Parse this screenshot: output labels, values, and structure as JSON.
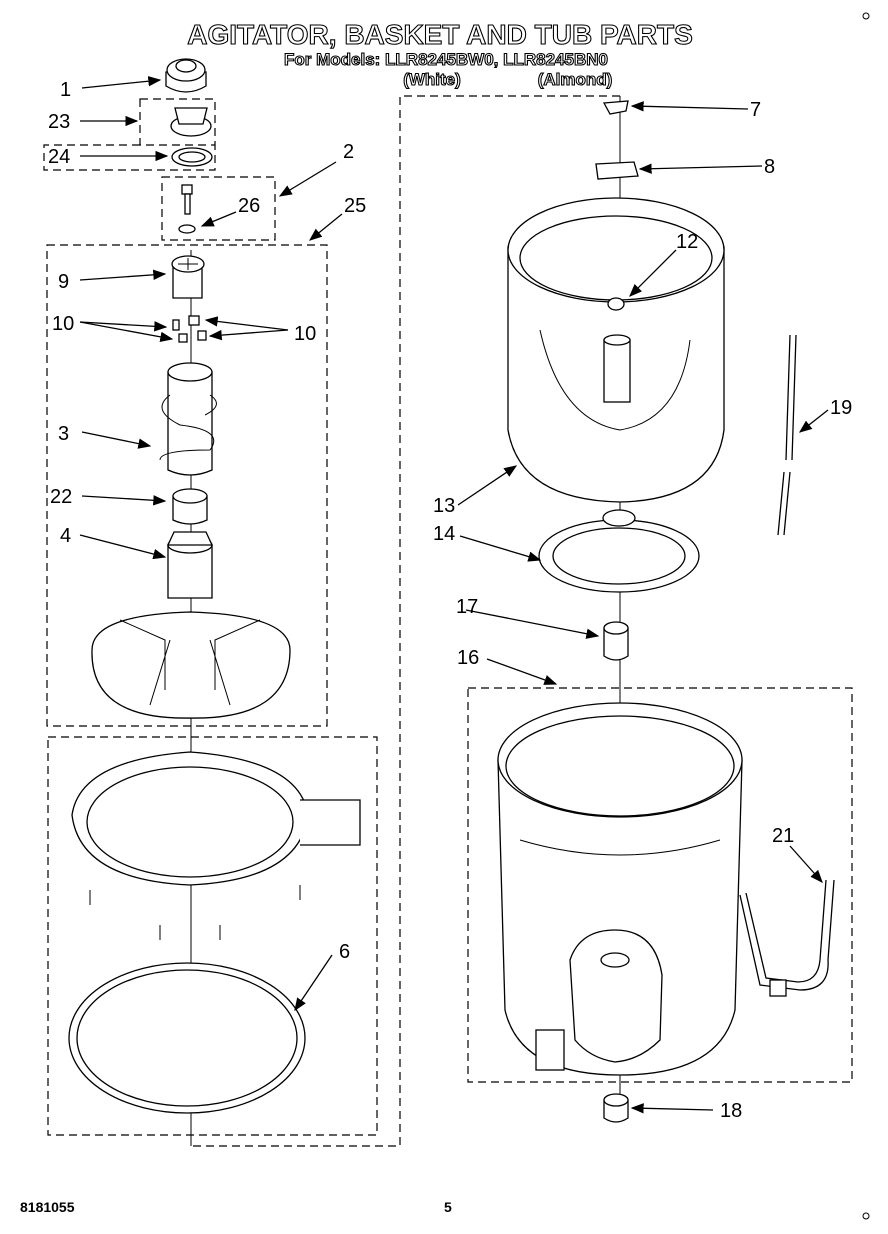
{
  "header": {
    "title": "AGITATOR, BASKET AND TUB PARTS",
    "models_line": "For Models: LLR8245BW0, LLR8245BN0",
    "color_white": "(White)",
    "color_almond": "(Almond)"
  },
  "footer": {
    "doc_number": "8181055",
    "page_number": "5"
  },
  "callouts": {
    "c1": "1",
    "c2": "2",
    "c3": "3",
    "c4": "4",
    "c6": "6",
    "c7": "7",
    "c8": "8",
    "c9": "9",
    "c10a": "10",
    "c10b": "10",
    "c12": "12",
    "c13": "13",
    "c14": "14",
    "c16": "16",
    "c17": "17",
    "c18": "18",
    "c19": "19",
    "c21": "21",
    "c22": "22",
    "c23": "23",
    "c24": "24",
    "c25": "25",
    "c26": "26"
  }
}
